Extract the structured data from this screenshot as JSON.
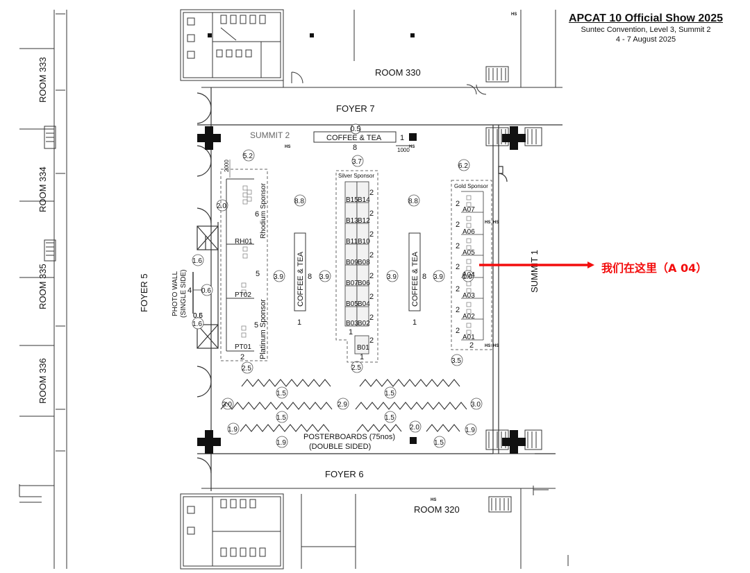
{
  "header": {
    "title": "APCAT 10 Official Show 2025",
    "venue": "Suntec Convention, Level 3, Summit 2",
    "dates": "4 - 7 August 2025"
  },
  "rooms": {
    "room_333": "ROOM 333",
    "room_334": "ROOM 334",
    "room_335": "ROOM 335",
    "room_336": "ROOM 336",
    "room_330": "ROOM 330",
    "room_320": "ROOM 320"
  },
  "foyers": {
    "foyer_7": "FOYER 7",
    "foyer_6": "FOYER 6",
    "foyer_5": "FOYER 5",
    "summit_1": "SUMMIT 1",
    "summit_2": "SUMMIT 2"
  },
  "features": {
    "coffee_tea": "COFFEE & TEA",
    "photo_wall_line1": "PHOTO WALL",
    "photo_wall_line2": "(SINGLE SIDE)",
    "posterboards_line1": "POSTERBOARDS (75nos)",
    "posterboards_line2": "(DOUBLE SIDED)",
    "hs": "HS"
  },
  "sponsors": {
    "rhodium": "Rhodium Sponsor",
    "platinum": "Platinum Sponsor",
    "silver": "Silver Sponsor",
    "gold": "Gold Sponsor"
  },
  "booths": {
    "rhodium": [
      "RH01"
    ],
    "platinum": [
      "PT02",
      "PT01"
    ],
    "silver_left": [
      "B15",
      "B13",
      "B11",
      "B09",
      "B07",
      "B05",
      "B03"
    ],
    "silver_right": [
      "B14",
      "B12",
      "B10",
      "B08",
      "B06",
      "B04",
      "B02"
    ],
    "silver_bottom": "B01",
    "gold": [
      "A07",
      "A06",
      "A05",
      "A04",
      "A03",
      "A02",
      "A01"
    ]
  },
  "dimensions": {
    "d0_5": "0.5",
    "d5_2": "5.2",
    "d3_7": "3.7",
    "d6_2": "6.2",
    "d8_8": "8.8",
    "d2_0": "2.0",
    "d1_6": "1.6",
    "d0_6": "0.6",
    "d3_9": "3.9",
    "d2_5": "2.5",
    "d3_5": "3.5",
    "d1_5": "1.5",
    "d3_0": "3.0",
    "d2_9": "2.9",
    "d1_9": "1.9",
    "d1_0": "1.0",
    "n1": "1",
    "n2": "2",
    "n4": "4",
    "n5": "5",
    "n6": "6",
    "n8": "8",
    "n1000": "1000",
    "n2000": "2000"
  },
  "marker": {
    "label": "我们在这里（A 04）",
    "color": "#f30d0d"
  }
}
